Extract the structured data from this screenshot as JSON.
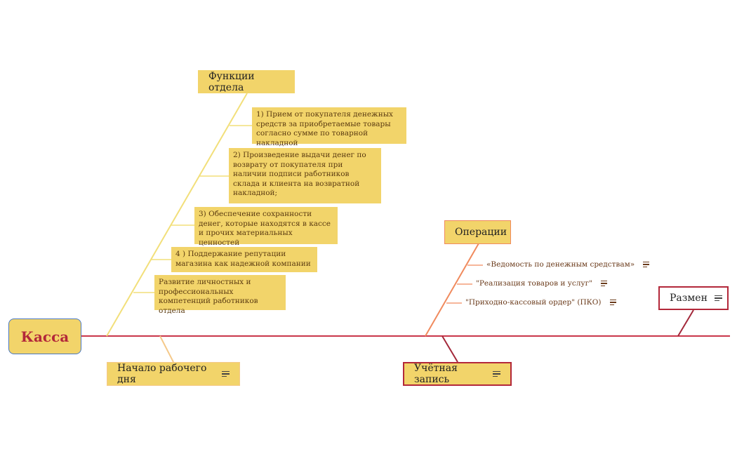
{
  "root": {
    "label": "Касса"
  },
  "branches": {
    "functions": {
      "label": "Функции отдела",
      "items": [
        "1) Прием от покупателя денежных средств за приобретаемые товары согласно сумме по товарной накладной",
        "2) Произведение выдачи денег по возврату от  покупателя при наличии подписи работников склада и клиента на возвратной накладной;",
        "3)  Обеспечение сохранности денег, которые находятся в кассе и прочих материальных ценностей",
        "4 ) Поддержание репутации магазина как надежной компании",
        "Развитие личностных и профессиональных компетенций работников отдела"
      ]
    },
    "day_start": {
      "label": "Начало рабочего дня"
    },
    "operations": {
      "label": "Операции",
      "items": [
        "«Ведомость по денежным средствам»",
        "\"Реализация товаров и услуг\"",
        "\"Приходно-кассовый ордер\" (ПКО)"
      ]
    },
    "account": {
      "label": "Учётная запись"
    },
    "change": {
      "label": "Размен"
    }
  },
  "colors": {
    "spine": "#c9364a",
    "yellow_branch": "#f2df7a",
    "orange_branch": "#f08a5d",
    "red_branch": "#a3283a",
    "node_fill": "#f2d46a"
  }
}
